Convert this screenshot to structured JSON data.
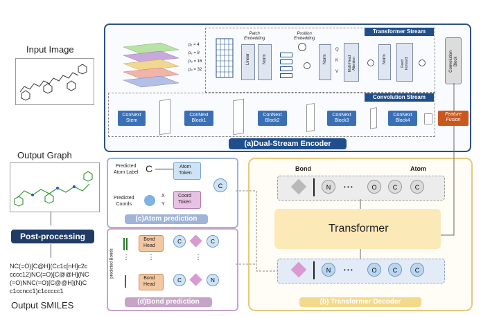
{
  "input_image_label": "Input Image",
  "output_graph_label": "Output Graph",
  "postprocessing_label": "Post-processing",
  "output_smiles_label": "Output SMILES",
  "smiles_lines": [
    "NC(=O)[C@H](Cc1c[nH]c2c",
    "cccc12)NC(=O)[C@@H](NC",
    "(=O)NNC(=O)[C@@H](N)C",
    "c1ccncc1)c1ccccc1"
  ],
  "encoder": {
    "title": "(a)Dual-Stream Encoder",
    "transformer_stream": "Transformer Stream",
    "convolution_stream": "Convolution Stream",
    "patch_embedding": "Patch\nEmbedding",
    "position_embedding": "Position\nEmbedding",
    "linear": "Linear",
    "norm": "Norm",
    "multi_head_attention": "Multi-Head\nAttention",
    "feed_forward": "Feed\nForward",
    "convolution_block": "Convolution\nBlock",
    "feature_fusion": "Feature\nFusion",
    "q": "Q",
    "k": "K",
    "v": "V",
    "layer_labels": [
      "p₁ = 4",
      "p₂ = 8",
      "p₃ = 16",
      "p₄ = 32"
    ],
    "conv_blocks": [
      "ConNext\nStem",
      "ConNext\nBlock1",
      "ConNext\nBlock2",
      "ConNext\nBlock3",
      "ConNext\nBlock4"
    ]
  },
  "atom_prediction": {
    "title": "(c)Atom prediction",
    "predicted_atom_label": "Predicted\nAtom Label",
    "predicted_coords": "Predicted\nCoords",
    "atom_token": "Atom\nToken",
    "coord_token": "Coord\nToken",
    "atom_symbol": "C",
    "x": "X",
    "y": "Y",
    "c": "C"
  },
  "bond_prediction": {
    "title": "(d)Bond prediction",
    "predicted_bonds": "predicted Bonds",
    "bond_head": "Bond\nHead",
    "top_row": [
      "C",
      "C"
    ],
    "bottom_row": [
      "C",
      "N"
    ]
  },
  "decoder": {
    "title": "(b) Transformer Decoder",
    "bond": "Bond",
    "atom": "Atom",
    "transformer": "Transformer",
    "top_tokens": [
      "N",
      "O",
      "C",
      "C"
    ],
    "bottom_tokens": [
      "N",
      "O",
      "C",
      "C"
    ],
    "ellipsis": "• • •"
  },
  "colors": {
    "blue_dark": "#1f4e8c",
    "blue_btn": "#3a6fb5",
    "orange": "#c9581e",
    "gold_border": "#e7c87c",
    "purple_border": "#c7a3c9",
    "diamond": "#d89ad0"
  }
}
